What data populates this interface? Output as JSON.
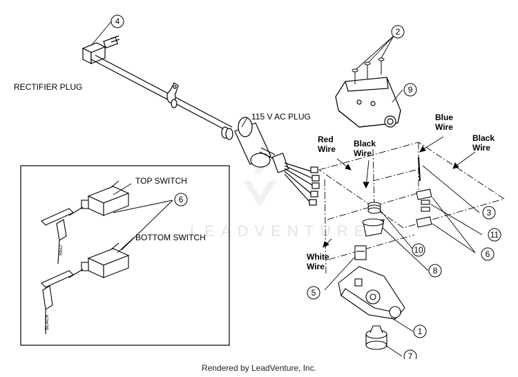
{
  "labels": {
    "rectifier_plug": "RECTIFIER PLUG",
    "ac_plug": "115 V AC PLUG",
    "top_switch": "TOP SWITCH",
    "bottom_switch": "BOTTOM SWITCH",
    "red_wire": "Red\nWire",
    "black_wire_left": "Black\nWire",
    "blue_wire": "Blue\nWire",
    "black_wire_right": "Black\nWire",
    "white_wire": "White\nWire"
  },
  "callouts": [
    "4",
    "2",
    "9",
    "6",
    "3",
    "11",
    "6",
    "10",
    "8",
    "5",
    "1",
    "7"
  ],
  "switch_tags": {
    "red": "RED",
    "black": "BLACK"
  },
  "watermark": "LEADVENTURE",
  "footer": "Rendered by LeadVenture, Inc."
}
